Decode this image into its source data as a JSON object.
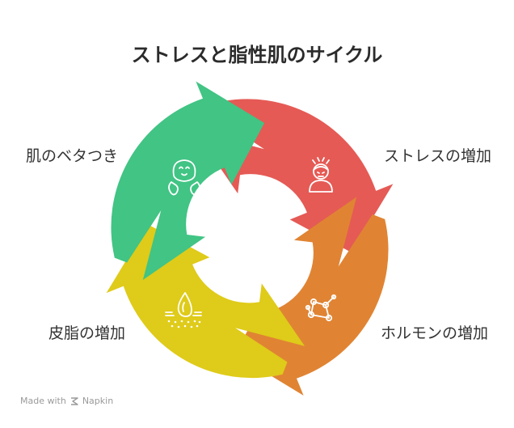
{
  "title": "ストレスと脂性肌のサイクル",
  "stages": [
    {
      "label": "ストレスの増加",
      "color": "#E55A55",
      "icon": "stressed-person-icon"
    },
    {
      "label": "ホルモンの増加",
      "color": "#E08433",
      "icon": "hormone-network-icon"
    },
    {
      "label": "皮脂の増加",
      "color": "#DFCB19",
      "icon": "oil-drop-skin-icon"
    },
    {
      "label": "肌のベタつき",
      "color": "#41C484",
      "icon": "sticky-face-icon"
    }
  ],
  "footer": {
    "made_with": "Made with",
    "brand": "Napkin"
  }
}
